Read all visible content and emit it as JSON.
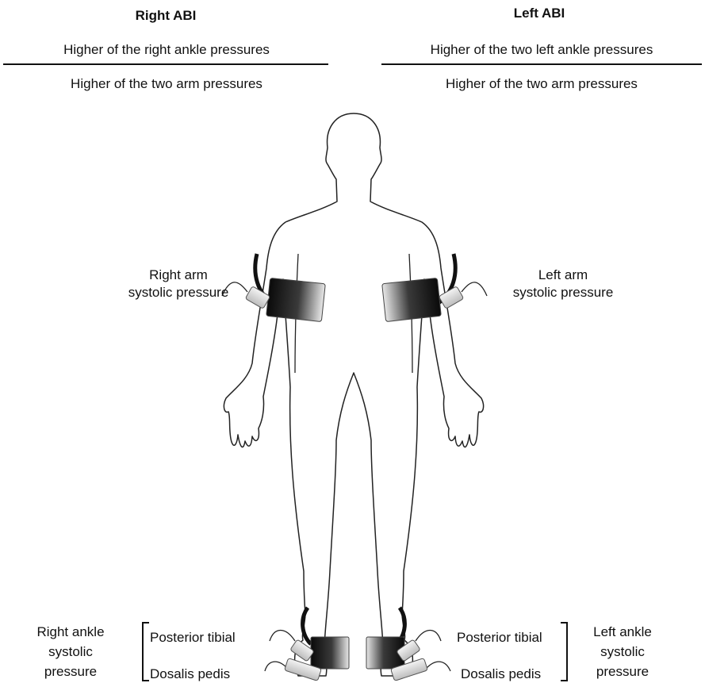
{
  "right_abi": {
    "title": "Right ABI",
    "numerator": "Higher of the right ankle pressures",
    "denominator": "Higher of the two arm pressures"
  },
  "left_abi": {
    "title": "Left ABI",
    "numerator": "Higher of the two left ankle pressures",
    "denominator": "Higher of the two arm pressures"
  },
  "labels": {
    "right_arm": [
      "Right arm",
      "systolic pressure"
    ],
    "left_arm": [
      "Left arm",
      "systolic pressure"
    ],
    "right_ankle": [
      "Right ankle",
      "systolic",
      "pressure"
    ],
    "left_ankle": [
      "Left ankle",
      "systolic",
      "pressure"
    ],
    "right_posterior_tibial": "Posterior tibial",
    "right_dorsalis_pedis": "Dosalis pedis",
    "left_posterior_tibial": "Posterior tibial",
    "left_dorsalis_pedis": "Dosalis pedis"
  }
}
